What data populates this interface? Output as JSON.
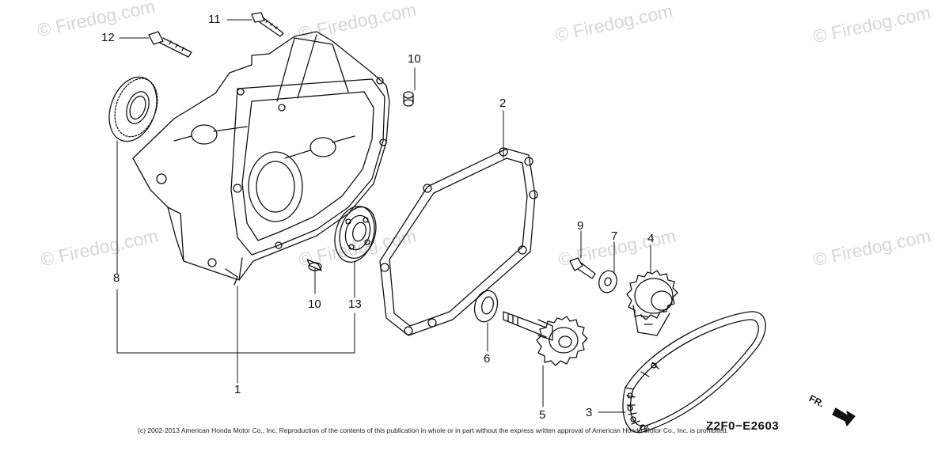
{
  "watermark_text": "© Firedog.com",
  "diagram_code": "Z2F0−E2603",
  "direction_label": "FR.",
  "copyright": "(c) 2002-2013 American Honda Motor Co., Inc. Reproduction of the contents of this publication in whole or in part without the express written approval of American Honda Motor Co., Inc. is prohibited.",
  "callouts": {
    "c1": "1",
    "c2": "2",
    "c3": "3",
    "c4": "4",
    "c5": "5",
    "c6": "6",
    "c7": "7",
    "c8": "8",
    "c9": "9",
    "c10a": "10",
    "c10b": "10",
    "c11": "11",
    "c12": "12",
    "c13": "13"
  }
}
